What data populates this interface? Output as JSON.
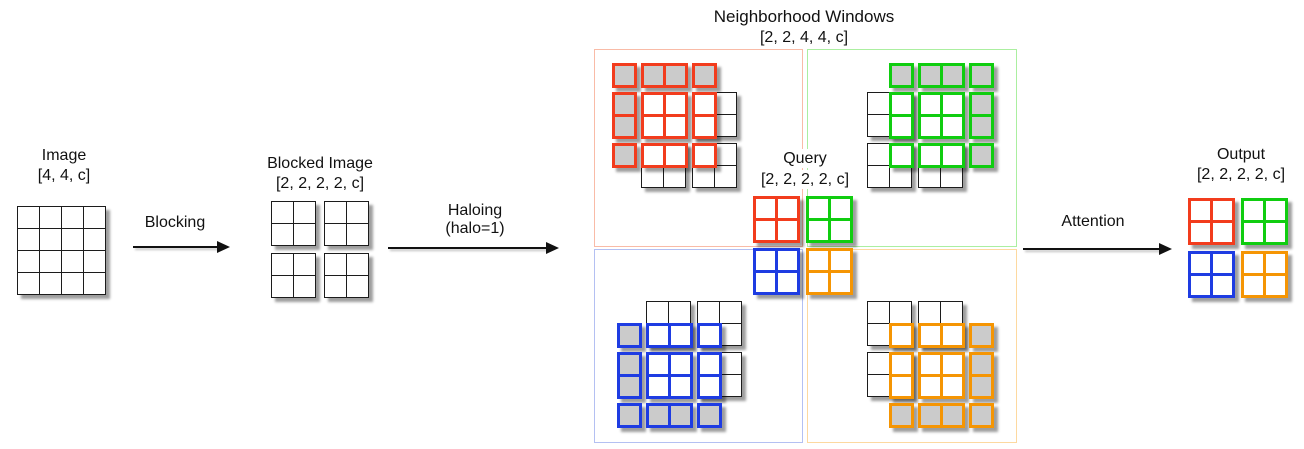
{
  "colors": {
    "outline": "#1c1c1c",
    "red": "#f23c1d",
    "green": "#10cd10",
    "blue": "#1e3ce2",
    "orange": "#f59503",
    "halo_fill": "#cbcbcb",
    "cell_fill": "#ffffff",
    "box_red": "#f9bba7",
    "box_green": "#abefa0",
    "box_blue": "#b4c0f2",
    "box_orange": "#fdd9a0"
  },
  "image_stage": {
    "title": "Image",
    "shape": "[4, 4, c]",
    "rows": 4,
    "cols": 4
  },
  "arrows": {
    "blocking": {
      "label": "Blocking"
    },
    "haloing": {
      "label": "Haloing",
      "sublabel": "(halo=1)"
    },
    "attention": {
      "label": "Attention"
    }
  },
  "blocked_stage": {
    "title": "Blocked Image",
    "shape": "[2, 2, 2, 2, c]",
    "block_grid_rows": 2,
    "block_grid_cols": 2,
    "block_rows": 2,
    "block_cols": 2
  },
  "neighborhood_stage": {
    "title": "Neighborhood Windows",
    "shape": "[2, 2, 4, 4, c]",
    "halo": 1,
    "window_size": 4,
    "quadrants": [
      {
        "id": "top-left",
        "color": "red",
        "halo_sides": [
          "top",
          "left"
        ]
      },
      {
        "id": "top-right",
        "color": "green",
        "halo_sides": [
          "top",
          "right"
        ]
      },
      {
        "id": "bottom-left",
        "color": "blue",
        "halo_sides": [
          "bottom",
          "left"
        ]
      },
      {
        "id": "bottom-right",
        "color": "orange",
        "halo_sides": [
          "bottom",
          "right"
        ]
      }
    ]
  },
  "query_stage": {
    "title": "Query",
    "shape": "[2, 2, 2, 2, c]",
    "blocks": [
      "red",
      "green",
      "blue",
      "orange"
    ]
  },
  "output_stage": {
    "title": "Output",
    "shape": "[2, 2, 2, 2, c]",
    "blocks": [
      "red",
      "green",
      "blue",
      "orange"
    ]
  }
}
